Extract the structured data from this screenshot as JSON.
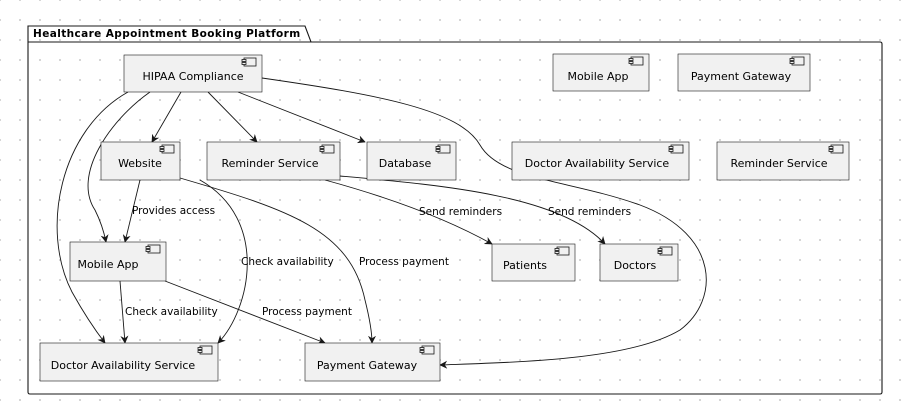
{
  "package": {
    "title": "Healthcare Appointment Booking Platform"
  },
  "nodes": {
    "hipaa": "HIPAA Compliance",
    "website": "Website",
    "reminder_1": "Reminder Service",
    "database": "Database",
    "mobile_app_1": "Mobile App",
    "doctor_avail_1": "Doctor Availability Service",
    "payment_gateway_1": "Payment Gateway",
    "patients": "Patients",
    "doctors": "Doctors",
    "mobile_app_2": "Mobile App",
    "payment_gateway_2": "Payment Gateway",
    "doctor_avail_2": "Doctor Availability Service",
    "reminder_2": "Reminder Service"
  },
  "edge_labels": {
    "provides_access": "Provides access",
    "check_availability_website": "Check availability",
    "process_payment_website": "Process payment",
    "check_availability_mobile": "Check availability",
    "process_payment_mobile": "Process payment",
    "send_reminders_patients": "Send reminders",
    "send_reminders_doctors": "Send reminders"
  }
}
